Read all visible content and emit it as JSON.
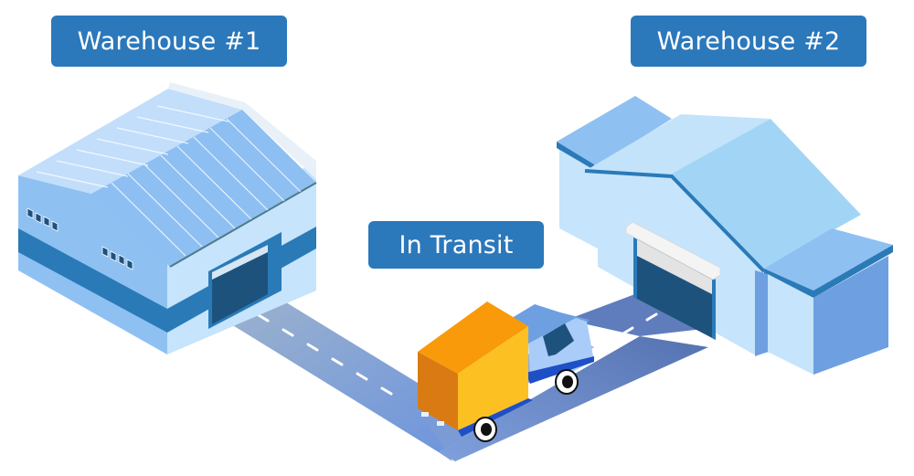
{
  "labels": {
    "warehouse_1": "Warehouse #1",
    "warehouse_2": "Warehouse #2",
    "in_transit": "In Transit"
  },
  "icons": {
    "warehouse_1": "warehouse-icon",
    "warehouse_2": "warehouse-icon",
    "vehicle": "delivery-truck-icon",
    "road": "road-icon"
  },
  "colors": {
    "label_background": "#2b78bb",
    "label_text": "#ffffff",
    "building_light": "#c6e4fb",
    "building_mid": "#8fc0f2",
    "building_dark": "#2a7ab8",
    "door": "#1d527d",
    "road": "#7e9ccf",
    "truck_cargo_top": "#f99a0a",
    "truck_cargo_side": "#fcc023",
    "truck_cargo_front": "#d97b12",
    "truck_cab": "#a9cdf8"
  }
}
